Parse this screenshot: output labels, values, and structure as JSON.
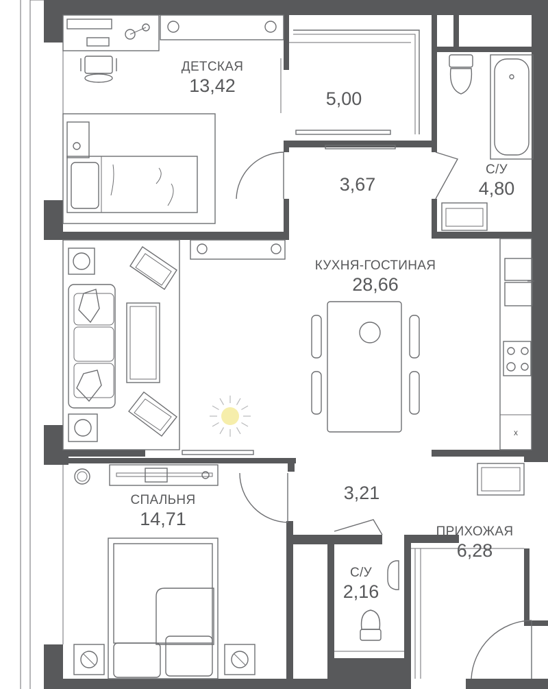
{
  "rooms": {
    "kids": {
      "name": "ДЕТСКАЯ",
      "area": "13,42"
    },
    "storage": {
      "area": "5,00"
    },
    "corridor_top": {
      "area": "3,67"
    },
    "bath_top": {
      "name": "С/У",
      "area": "4,80"
    },
    "living": {
      "name": "КУХНЯ-ГОСТИНАЯ",
      "area": "28,66"
    },
    "corridor_bottom": {
      "area": "3,21"
    },
    "bedroom": {
      "name": "СПАЛЬНЯ",
      "area": "14,71"
    },
    "bath_bottom": {
      "name": "С/У",
      "area": "2,16"
    },
    "hall": {
      "name": "ПРИХОЖАЯ",
      "area": "6,28"
    }
  },
  "fridge_mark": "x",
  "colors": {
    "wall": "#58595b",
    "line": "#6d6e71",
    "text": "#58595b",
    "sun": "#f6eeab",
    "sun_rays": "#b8b9bb"
  }
}
